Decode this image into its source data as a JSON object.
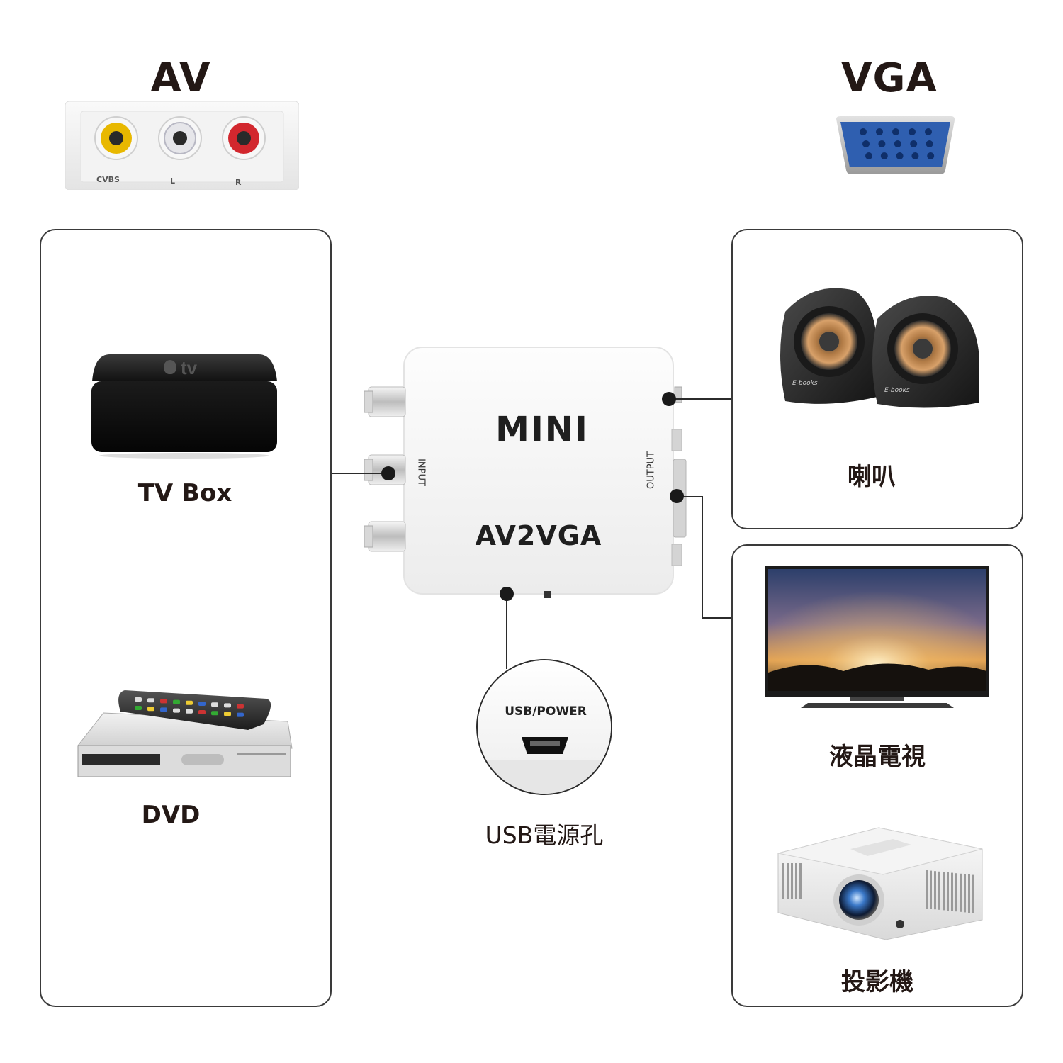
{
  "headings": {
    "av": "AV",
    "vga": "VGA"
  },
  "av_port": {
    "labels": [
      "CVBS",
      "L",
      "R"
    ]
  },
  "devices": {
    "tv_box": {
      "label": "TV Box",
      "logo": "tv"
    },
    "dvd": {
      "label": "DVD"
    },
    "speaker": {
      "label": "喇叭",
      "brand": "E-books"
    },
    "lcd_tv": {
      "label": "液晶電視"
    },
    "projector": {
      "label": "投影機"
    }
  },
  "adapter": {
    "brand": "MINI",
    "model": "AV2VGA",
    "input_label": "INPUT",
    "output_label": "OUTPUT"
  },
  "usb": {
    "port_label": "USB/POWER",
    "label": "USB電源孔"
  },
  "colors": {
    "vga_port": "#2f5fb0",
    "rca_yellow": "#e8b800",
    "rca_white": "#e6e6ea",
    "rca_red": "#d2272e"
  }
}
